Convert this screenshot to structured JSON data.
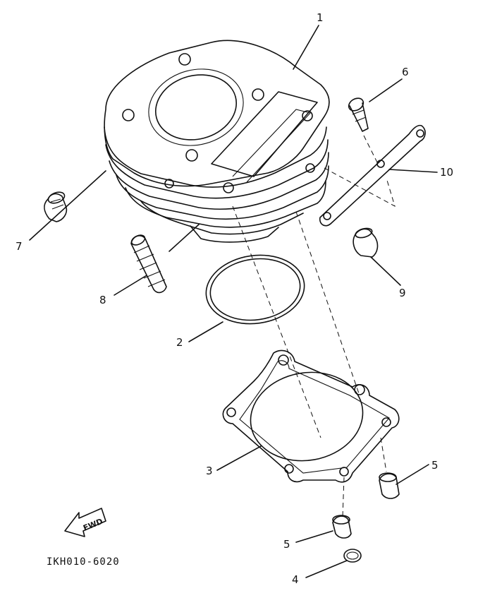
{
  "callouts": {
    "c1": "1",
    "c2": "2",
    "c3": "3",
    "c4": "4",
    "c5a": "5",
    "c5b": "5",
    "c6": "6",
    "c7": "7",
    "c8": "8",
    "c9": "9",
    "c10": "10"
  },
  "fwd_label": "FWD",
  "diagram_code": "IKH010-6020",
  "line_color": "#111111"
}
